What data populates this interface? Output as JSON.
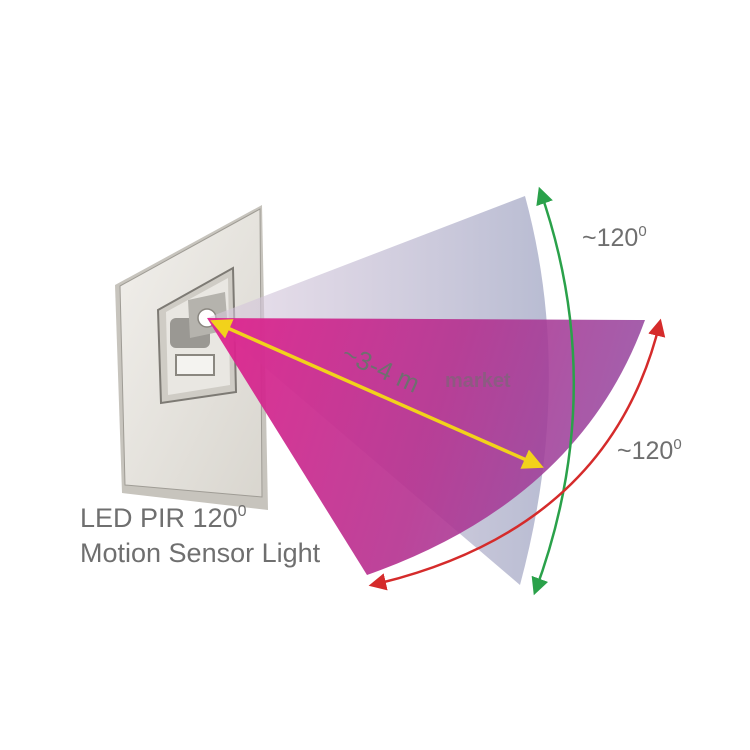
{
  "labels": {
    "vertical_angle": "~120",
    "horizontal_angle": "~120",
    "degree_mark": "0",
    "range": "~3-4 m",
    "product_line_1_text": "LED PIR 120",
    "product_line_1_sup": "0",
    "product_line_2": "Motion Sensor Light",
    "watermark": "market"
  },
  "colors": {
    "vertical_arrow": "#2aa14a",
    "horizontal_arrow": "#d52b2b",
    "range_arrow": "#f2d21b",
    "beam_magenta": "#d8238f",
    "beam_purple": "#8a3f95",
    "beam_pale": "#c9b6d3"
  }
}
